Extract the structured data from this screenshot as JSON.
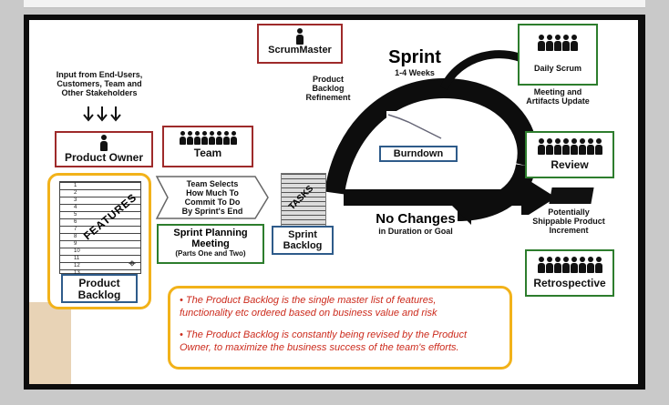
{
  "scrum_master": "ScrumMaster",
  "sprint": {
    "title": "Sprint",
    "duration": "1-4 Weeks"
  },
  "refinement": [
    "Product",
    "Backlog",
    "Refinement"
  ],
  "daily_scrum": {
    "title": "Daily Scrum",
    "caption": [
      "Meeting and",
      "Artifacts Update"
    ]
  },
  "input": [
    "Input from End-Users,",
    "Customers, Team and",
    "Other Stakeholders"
  ],
  "product_owner": "Product Owner",
  "team": "Team",
  "team_selects": [
    "Team Selects",
    "How Much To",
    "Commit To Do",
    "By Sprint's End"
  ],
  "features": "FEATURES",
  "row_numbers": [
    "1",
    "2",
    "3",
    "4",
    "5",
    "6",
    "7",
    "8",
    "9",
    "10",
    "11",
    "12",
    "13"
  ],
  "product_backlog": [
    "Product",
    "Backlog"
  ],
  "sprint_planning": {
    "title": [
      "Sprint Planning",
      "Meeting"
    ],
    "subtitle": "(Parts One and Two)"
  },
  "tasks": "TASKS",
  "sprint_backlog": [
    "Sprint",
    "Backlog"
  ],
  "burndown": "Burndown",
  "no_changes": {
    "title": "No Changes",
    "subtitle": "in Duration or Goal"
  },
  "review": "Review",
  "increment": [
    "Potentially",
    "Shippable Product",
    "Increment"
  ],
  "retrospective": "Retrospective",
  "notes": [
    "• The Product Backlog is the single master list of features,",
    "functionality etc ordered based on business value and risk",
    "• The Product Backlog is constantly being revised by the Product",
    "Owner, to maximize the business success of the team's efforts."
  ],
  "colors": {
    "red_border": "#9e2a2a",
    "green_border": "#2d7d2d",
    "blue_border": "#2e5b8a",
    "gold": "#f2b21a",
    "note_text": "#cc2b1d"
  }
}
